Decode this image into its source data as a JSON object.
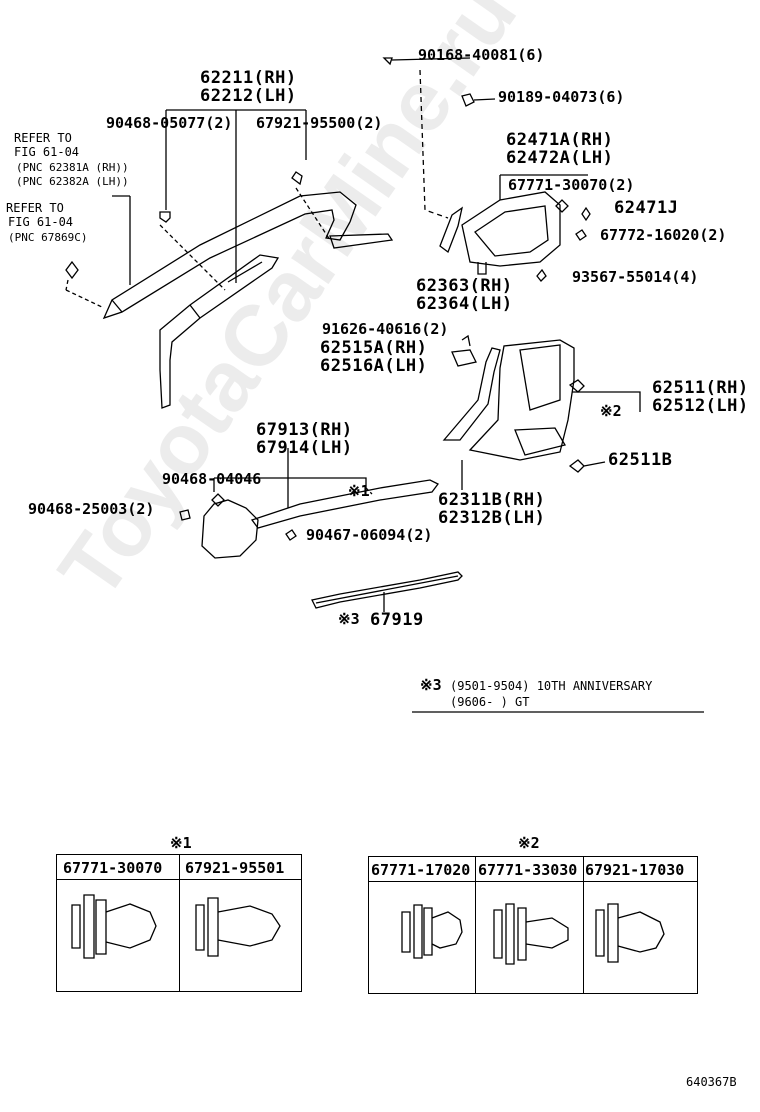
{
  "watermark": "ToyotaCarMine.ru",
  "diagram_code": "640367B",
  "refer_notes": {
    "ref1": [
      "REFER TO",
      "FIG 61-04",
      "(PNC 62381A (RH))",
      "(PNC 62382A (LH))"
    ],
    "ref2": [
      "REFER TO",
      "FIG 61-04",
      "(PNC 67869C)"
    ]
  },
  "parts": {
    "p62211": "62211(RH)",
    "p62212": "62212(LH)",
    "p90468_05077": "90468-05077(2)",
    "p67921_95500": "67921-95500(2)",
    "p90168": "90168-40081(6)",
    "p90189": "90189-04073(6)",
    "p62471A": "62471A(RH)",
    "p62472A": "62472A(LH)",
    "p67771_30070": "67771-30070(2)",
    "p62471J": "62471J",
    "p67772": "67772-16020(2)",
    "p93567": "93567-55014(4)",
    "p62363": "62363(RH)",
    "p62364": "62364(LH)",
    "p91626": "91626-40616(2)",
    "p62515A": "62515A(RH)",
    "p62516A": "62516A(LH)",
    "p62511": "62511(RH)",
    "p62512": "62512(LH)",
    "mark2": "※2",
    "p62511B": "62511B",
    "p67913": "67913(RH)",
    "p67914": "67914(LH)",
    "p90468_04046": "90468-04046",
    "mark1": "※1",
    "p90468_25003": "90468-25003(2)",
    "p62311B": "62311B(RH)",
    "p62312B": "62312B(LH)",
    "p90467": "90467-06094(2)",
    "mark3": "※3",
    "p67919": "67919"
  },
  "footnote": {
    "mark": "※3",
    "line1": "(9501-9504) 10TH  ANNIVERSARY",
    "line2": "(9606-          ) GT"
  },
  "clip_tables": [
    {
      "mark": "※1",
      "headers": [
        "67771-30070",
        "67921-95501"
      ]
    },
    {
      "mark": "※2",
      "headers": [
        "67771-17020",
        "67771-33030",
        "67921-17030"
      ]
    }
  ]
}
